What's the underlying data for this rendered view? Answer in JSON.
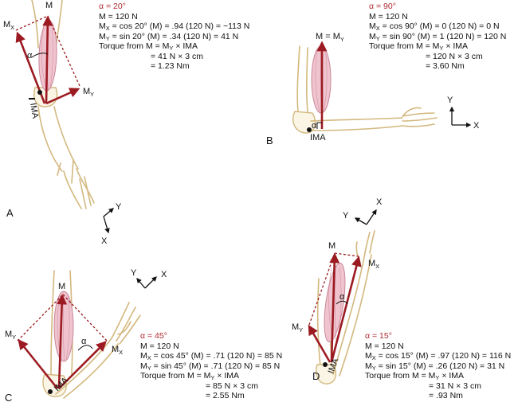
{
  "panels": [
    {
      "letter": "A",
      "lines": {
        "alpha": "α = 20°",
        "m": "M = 120 N",
        "mx_pre": "M",
        "mx_sub": "X",
        "mx_post": " = cos 20° (M) = .94 (120 N) = −113 N",
        "my_pre": "M",
        "my_sub": "Y",
        "my_post": " = sin 20° (M) = .34 (120 N) = 41 N",
        "torque": "Torque from M = M",
        "torque_sub": "Y",
        "torque_post": " × IMA",
        "step1": "= 41 N × 3 cm",
        "step2": "= 1.23 Nm"
      },
      "labels": {
        "m": "M",
        "mx": "M",
        "mx_sub": "X",
        "my": "M",
        "my_sub": "Y",
        "ima": "IMA",
        "alpha": "α",
        "axis_x": "X",
        "axis_y": "Y"
      }
    },
    {
      "letter": "B",
      "lines": {
        "alpha": "α = 90°",
        "m": "M = 120 N",
        "mx_pre": "M",
        "mx_sub": "X",
        "mx_post": " = cos 90° (M) = 0 (120 N) = 0 N",
        "my_pre": "M",
        "my_sub": "Y",
        "my_post": " = sin 90° (M) = 1 (120 N) = 120 N",
        "torque": "Torque from M = M",
        "torque_sub": "Y",
        "torque_post": " × IMA",
        "step1": "= 120 N × 3 cm",
        "step2": "= 3.60 Nm"
      },
      "labels": {
        "m": "M = M",
        "m_sub": "Y",
        "ima": "IMA",
        "alpha": "α",
        "axis_x": "X",
        "axis_y": "Y"
      }
    },
    {
      "letter": "C",
      "lines": {
        "alpha": "α = 45°",
        "m": "M = 120 N",
        "mx_pre": "M",
        "mx_sub": "X",
        "mx_post": " = cos 45° (M) = .71 (120 N) = 85 N",
        "my_pre": "M",
        "my_sub": "Y",
        "my_post": " = sin 45° (M) = .71 (120 N) = 85 N",
        "torque": "Torque from M = M",
        "torque_sub": "Y",
        "torque_post": " × IMA",
        "step1": "= 85 N × 3 cm",
        "step2": "= 2.55 Nm"
      },
      "labels": {
        "m": "M",
        "mx": "M",
        "mx_sub": "X",
        "my": "M",
        "my_sub": "Y",
        "ima": "IMA",
        "alpha": "α",
        "axis_x": "X",
        "axis_y": "Y"
      }
    },
    {
      "letter": "D",
      "lines": {
        "alpha": "α = 15°",
        "m": "M = 120 N",
        "mx_pre": "M",
        "mx_sub": "X",
        "mx_post": " = cos 15° (M) = .97 (120 N) = 116 N",
        "my_pre": "M",
        "my_sub": "Y",
        "my_post": " = sin 15° (M) = .26 (120 N) = 31 N",
        "torque": "Torque from M = M",
        "torque_sub": "Y",
        "torque_post": " × IMA",
        "step1": "= 31 N × 3 cm",
        "step2": "= .93 Nm"
      },
      "labels": {
        "m": "M",
        "mx": "M",
        "mx_sub": "X",
        "my": "M",
        "my_sub": "Y",
        "ima": "IMA",
        "alpha": "α",
        "axis_x": "X",
        "axis_y": "Y"
      }
    }
  ],
  "colors": {
    "vector": "#9c1b22",
    "alpha_text": "#b0292f",
    "bone": "#d3b87e",
    "muscle": "#f0c4cf"
  }
}
